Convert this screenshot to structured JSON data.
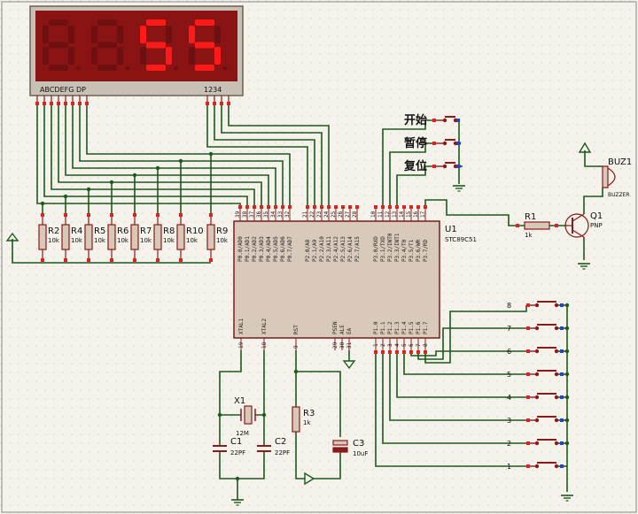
{
  "display": {
    "digits": [
      "8",
      "8",
      "5",
      "5"
    ],
    "lit": [
      false,
      false,
      true,
      true
    ],
    "segment_label": "ABCDEFG DP",
    "digit_label": "1234",
    "segment_on_color": "#ff1a1a",
    "segment_off_color": "#6e1010",
    "panel_color": "#8a1414"
  },
  "resistors": [
    {
      "ref": "R2",
      "value": "10k"
    },
    {
      "ref": "R4",
      "value": "10k"
    },
    {
      "ref": "R5",
      "value": "10k"
    },
    {
      "ref": "R6",
      "value": "10k"
    },
    {
      "ref": "R7",
      "value": "10k"
    },
    {
      "ref": "R8",
      "value": "10k"
    },
    {
      "ref": "R10",
      "value": "10k"
    },
    {
      "ref": "R9",
      "value": "10k"
    }
  ],
  "mcu": {
    "ref": "U1",
    "part": "STC89C51",
    "p0_pins": [
      "P0.0/AD0",
      "P0.1/AD1",
      "P0.2/AD2",
      "P0.3/AD3",
      "P0.4/AD4",
      "P0.5/AD5",
      "P0.6/AD6",
      "P0.7/AD7"
    ],
    "p0_nums": [
      "39",
      "38",
      "37",
      "36",
      "35",
      "34",
      "33",
      "32"
    ],
    "p2_pins": [
      "P2.0/A8",
      "P2.1/A9",
      "P2.2/A10",
      "P2.3/A11",
      "P2.4/A12",
      "P2.5/A13",
      "P2.6/A14",
      "P2.7/A15"
    ],
    "p2_nums": [
      "21",
      "22",
      "23",
      "24",
      "25",
      "26",
      "27",
      "28"
    ],
    "p3_pins": [
      "P3.0/RXD",
      "P3.1/TXD",
      "P3.2/INT0",
      "P3.3/INT1",
      "P3.4/T0",
      "P3.5/T1",
      "P3.6/WR",
      "P3.7/RD"
    ],
    "p3_nums": [
      "10",
      "11",
      "12",
      "13",
      "14",
      "15",
      "16",
      "17"
    ],
    "p1_pins": [
      "P1.0",
      "P1.1",
      "P1.2",
      "P1.3",
      "P1.4",
      "P1.5",
      "P1.6",
      "P1.7"
    ],
    "p1_nums": [
      "1",
      "2",
      "3",
      "4",
      "5",
      "6",
      "7",
      "8"
    ],
    "bottom_pins": [
      "XTAL1",
      "XTAL2",
      "RST",
      "PSEN",
      "ALE",
      "EA"
    ],
    "bottom_nums": [
      "19",
      "18",
      "9",
      "29",
      "30",
      "31"
    ]
  },
  "buttons": [
    "开始",
    "暂停",
    "复位"
  ],
  "keypad": [
    "8",
    "7",
    "6",
    "5",
    "4",
    "3",
    "2",
    "1"
  ],
  "r1": {
    "ref": "R1",
    "value": "1k"
  },
  "q1": {
    "ref": "Q1",
    "type": "PNP"
  },
  "buzzer": {
    "ref": "BUZ1",
    "type": "BUZZER"
  },
  "crystal": {
    "ref": "X1",
    "value": "12M"
  },
  "c1": {
    "ref": "C1",
    "value": "22PF"
  },
  "c2": {
    "ref": "C2",
    "value": "22PF"
  },
  "r3": {
    "ref": "R3",
    "value": "1k"
  },
  "c3": {
    "ref": "C3",
    "value": "10uF"
  },
  "colors": {
    "wire": "#1b5a1b",
    "component": "#8b1a1a",
    "component_fill": "#d8c8b8",
    "chip_fill": "#d9c9ba",
    "pin_red": "#d22",
    "pin_blue": "#24c"
  }
}
